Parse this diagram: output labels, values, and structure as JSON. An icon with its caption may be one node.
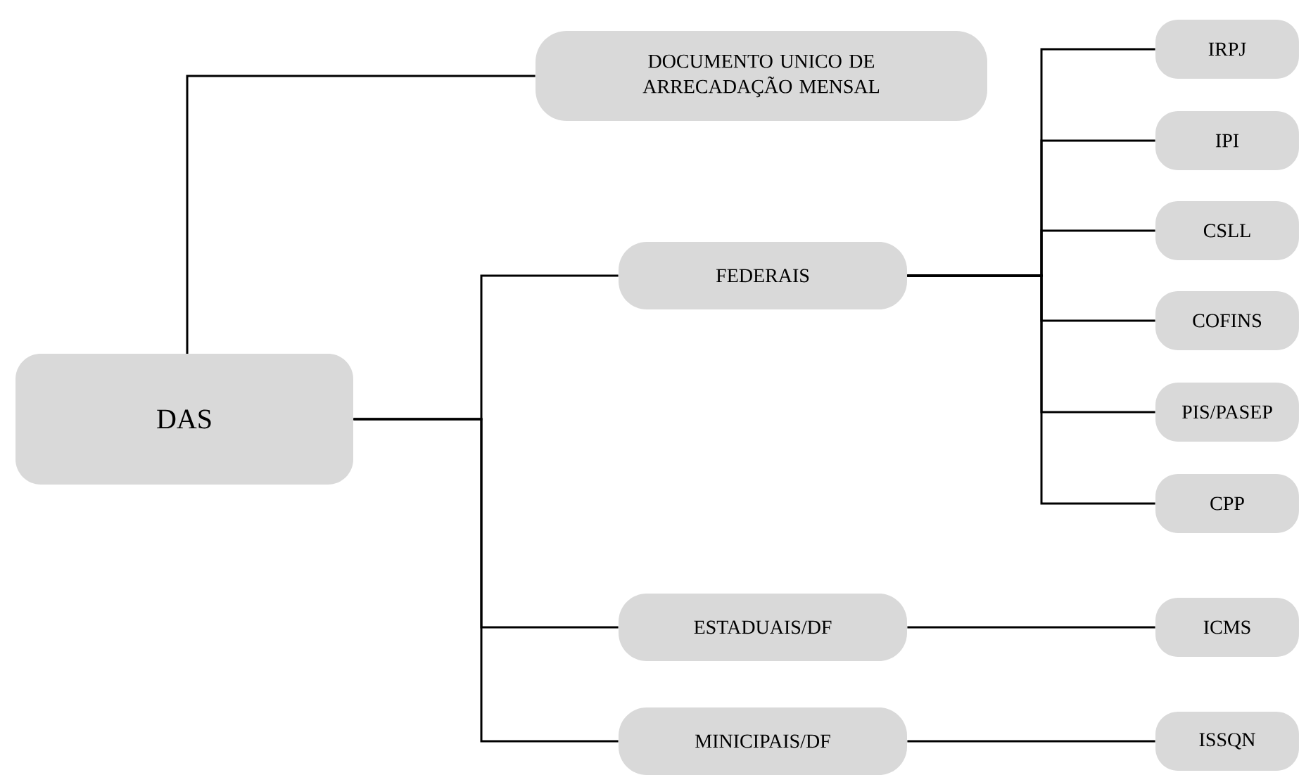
{
  "diagram": {
    "nodes": [
      {
        "text": [
          "DAS"
        ]
      },
      {
        "text": [
          "DOCUMENTO UNICO DE ARRECADAÇÃO MENSAL"
        ]
      },
      {
        "text": [
          "FEDERAIS"
        ]
      },
      {
        "text": [
          "ESTADUAIS/DF"
        ]
      },
      {
        "text": [
          "MINICIPAIS/DF"
        ]
      },
      {
        "text": [
          "IRPJ"
        ]
      },
      {
        "text": [
          "IPI"
        ]
      },
      {
        "text": [
          "CSLL"
        ]
      },
      {
        "text": [
          "COFINS"
        ]
      },
      {
        "text": [
          "PIS/PASEP"
        ]
      },
      {
        "text": [
          "CPP"
        ]
      },
      {
        "text": [
          "ICMS"
        ]
      },
      {
        "text": [
          "ISSQN"
        ]
      }
    ],
    "edges": [
      {
        "from": 0,
        "to": 1,
        "arrow": "none"
      },
      {
        "from": 0,
        "to": 2,
        "arrow": "none"
      },
      {
        "from": 0,
        "to": 3,
        "arrow": "none"
      },
      {
        "from": 0,
        "to": 4,
        "arrow": "none"
      },
      {
        "from": 2,
        "to": 5,
        "arrow": "none"
      },
      {
        "from": 2,
        "to": 6,
        "arrow": "none"
      },
      {
        "from": 2,
        "to": 7,
        "arrow": "none"
      },
      {
        "from": 2,
        "to": 8,
        "arrow": "none"
      },
      {
        "from": 2,
        "to": 9,
        "arrow": "none"
      },
      {
        "from": 2,
        "to": 10,
        "arrow": "none"
      },
      {
        "from": 3,
        "to": 11,
        "arrow": "none"
      },
      {
        "from": 4,
        "to": 12,
        "arrow": "none"
      }
    ]
  }
}
